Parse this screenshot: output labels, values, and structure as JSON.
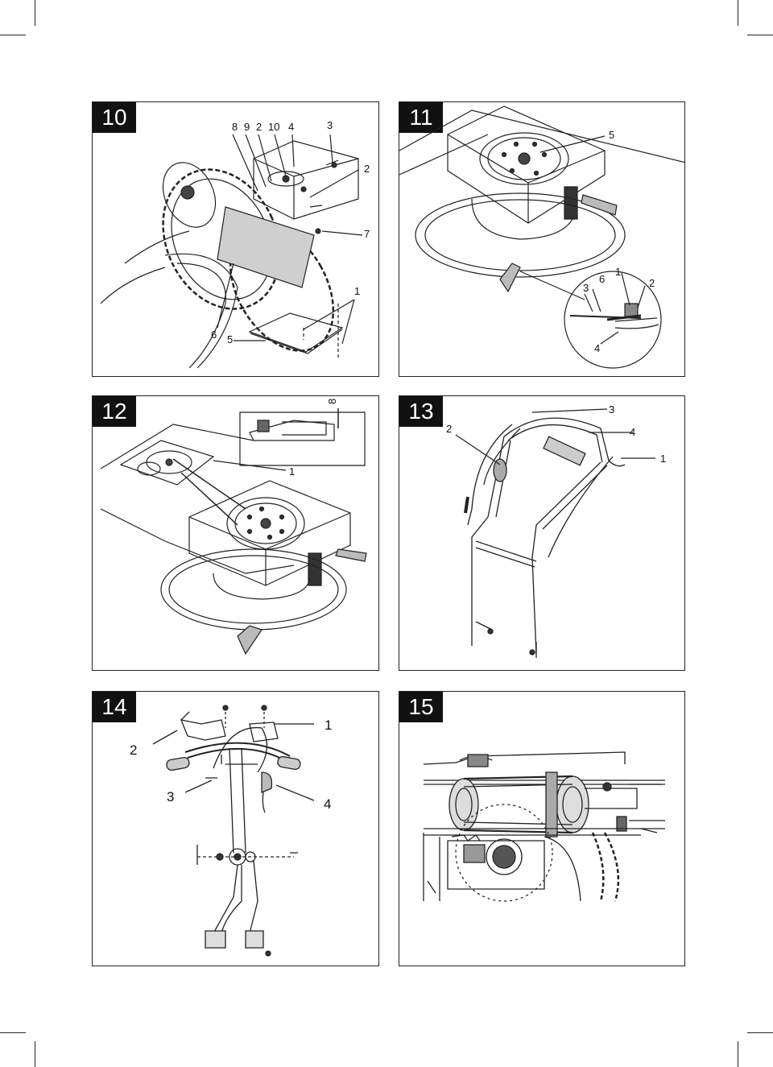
{
  "figures": [
    {
      "number": "10",
      "callouts": [
        "8",
        "9",
        "2",
        "10",
        "4",
        "3",
        "2",
        "7",
        "1",
        "6",
        "5"
      ]
    },
    {
      "number": "11",
      "callouts": [
        "5",
        "1",
        "3",
        "6",
        "2",
        "4"
      ]
    },
    {
      "number": "12",
      "callouts": [
        "8",
        "1"
      ]
    },
    {
      "number": "13",
      "callouts": [
        "3",
        "2",
        "4",
        "1"
      ]
    },
    {
      "number": "14",
      "callouts": [
        "1",
        "2",
        "3",
        "4"
      ]
    },
    {
      "number": "15",
      "callouts": []
    }
  ]
}
